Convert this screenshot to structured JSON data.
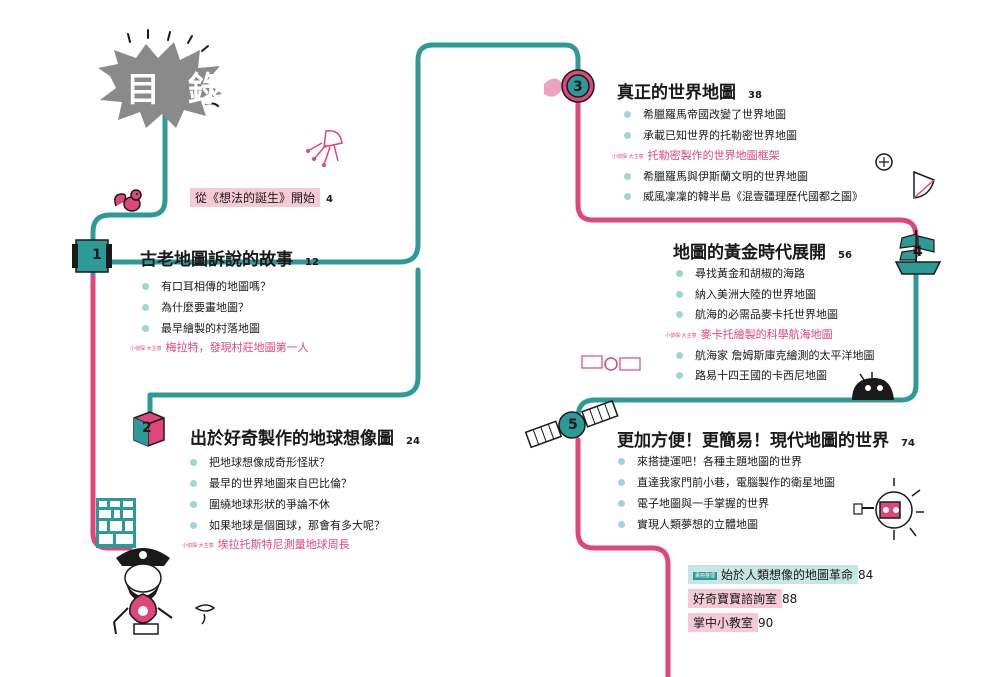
{
  "header": {
    "title": "目 錄"
  },
  "intro": {
    "label": "從《想法的誕生》開始",
    "page": "4"
  },
  "chapters": [
    {
      "num": "1",
      "title": "古老地圖訴說的故事",
      "page": "12",
      "items": [
        "有口耳相傳的地圖嗎？",
        "為什麼要畫地圖？",
        "最早繪製的村落地圖"
      ],
      "special": "梅拉特，發現村莊地圖第一人"
    },
    {
      "num": "2",
      "title": "出於好奇製作的地球想像圖",
      "page": "24",
      "items": [
        "把地球想像成奇形怪狀？",
        "最早的世界地圖來自巴比倫？",
        "圍繞地球形狀的爭論不休",
        "如果地球是個圓球，那會有多大呢？"
      ],
      "special": "埃拉托斯特尼測量地球周長"
    },
    {
      "num": "3",
      "title": "真正的世界地圖",
      "page": "38",
      "items": [
        "希臘羅馬帝國改變了世界地圖",
        "承載已知世界的托勒密世界地圖",
        "希臘羅馬與伊斯蘭文明的世界地圖",
        "威風凜凜的韓半島《混壹疆理歷代國都之圖》"
      ],
      "special": "托勒密製作的世界地圖框架"
    },
    {
      "num": "4",
      "title": "地圖的黃金時代展開",
      "page": "56",
      "items": [
        "尋找黃金和胡椒的海路",
        "納入美洲大陸的世界地圖",
        "航海的必需品麥卡托世界地圖",
        "航海家 詹姆斯庫克繪測的太平洋地圖",
        "路易十四王國的卡西尼地圖"
      ],
      "special": "麥卡托繪製的科學航海地圖"
    },
    {
      "num": "5",
      "title": "更加方便！更簡易！現代地圖的世界",
      "page": "74",
      "items": [
        "來搭捷運吧！各種主題地圖的世界",
        "直達我家門前小巷，電腦製作的衛星地圖",
        "電子地圖與一手掌握的世界",
        "實現人類夢想的立體地圖"
      ]
    }
  ],
  "special_tag": "小偵探‧大主意",
  "ending": [
    {
      "label": "始於人類想像的地圖革命",
      "page": "84",
      "tag": "畫冊整理"
    },
    {
      "label": "好奇寶寶諮詢室",
      "page": "88"
    },
    {
      "label": "掌中小教室",
      "page": "90"
    }
  ],
  "colors": {
    "teal": "#2e9a98",
    "pink": "#e0457b",
    "light_pink": "#f6c9d6",
    "light_teal": "#c7e6e2",
    "bullet": "#9fd6d2",
    "gray": "#8a8a8a"
  }
}
